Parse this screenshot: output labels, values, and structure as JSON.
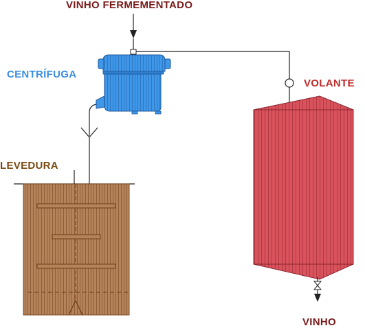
{
  "labels": {
    "inlet": "VINHO FERMEMENTADO",
    "centrifuge": "CENTRÍFUGA",
    "yeast": "LEVEDURA",
    "flywheel_tank": "VOLANTE",
    "outlet": "VINHO"
  },
  "colors": {
    "inlet": "#7a1a1a",
    "centrifuge": "#3a8ee0",
    "yeast": "#7a4a12",
    "flywheel_tank": "#c02a2a",
    "outlet": "#7a1a1a",
    "centrifuge_fill": "#3f97ea",
    "tank_fill": "#d9535d",
    "vat_fill": "#b5835a",
    "line": "#222222"
  }
}
